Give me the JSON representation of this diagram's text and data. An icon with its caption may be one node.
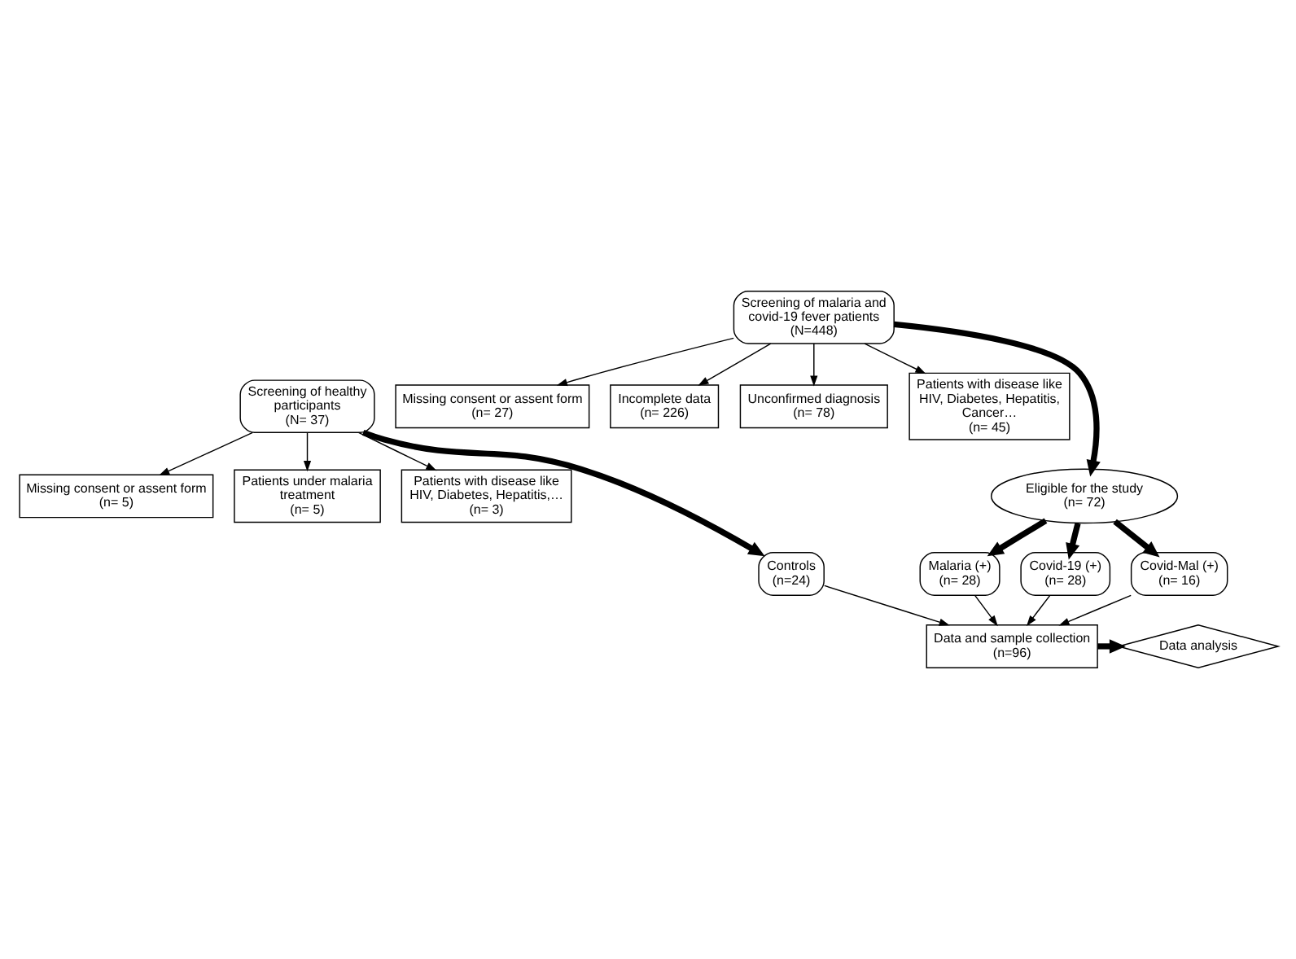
{
  "diagram": {
    "nodes": [
      {
        "text": [
          "Screening of malaria and covid-19 fever patients",
          "(N=448)"
        ]
      },
      {
        "text": [
          "Missing consent or assent form",
          "(n= 27)"
        ]
      },
      {
        "text": [
          "Incomplete data",
          "(n= 226)"
        ]
      },
      {
        "text": [
          "Unconfirmed diagnosis",
          "(n= 78)"
        ]
      },
      {
        "text": [
          "Patients with disease like HIV, Diabetes, Hepatitis, Cancer…",
          "(n= 45)"
        ]
      },
      {
        "text": [
          "Screening of healthy participants",
          "(N= 37)"
        ]
      },
      {
        "text": [
          "Missing consent or assent form",
          "(n= 5)"
        ]
      },
      {
        "text": [
          "Patients under malaria treatment",
          "(n= 5)"
        ]
      },
      {
        "text": [
          "Patients with disease like HIV, Diabetes, Hepatitis,…",
          "(n= 3)"
        ]
      },
      {
        "text": [
          "Eligible for the study",
          "(n= 72)"
        ]
      },
      {
        "text": [
          "Controls",
          "(n=24)"
        ]
      },
      {
        "text": [
          "Malaria (+)",
          "(n= 28)"
        ]
      },
      {
        "text": [
          "Covid-19 (+)",
          "(n= 28)"
        ]
      },
      {
        "text": [
          "Covid-Mal (+)",
          "(n= 16)"
        ]
      },
      {
        "text": [
          "Data and sample collection",
          "(n=96)"
        ]
      },
      {
        "text": [
          "Data analysis"
        ]
      }
    ],
    "edges": [
      {
        "from": 0,
        "to": 1,
        "arrow": "to"
      },
      {
        "from": 0,
        "to": 2,
        "arrow": "to"
      },
      {
        "from": 0,
        "to": 3,
        "arrow": "to"
      },
      {
        "from": 0,
        "to": 4,
        "arrow": "to"
      },
      {
        "from": 0,
        "to": 9,
        "arrow": "to",
        "style": "thick"
      },
      {
        "from": 5,
        "to": 6,
        "arrow": "to"
      },
      {
        "from": 5,
        "to": 7,
        "arrow": "to"
      },
      {
        "from": 5,
        "to": 8,
        "arrow": "to"
      },
      {
        "from": 5,
        "to": 10,
        "arrow": "to",
        "style": "thick"
      },
      {
        "from": 9,
        "to": 11,
        "arrow": "to",
        "style": "thick"
      },
      {
        "from": 9,
        "to": 12,
        "arrow": "to",
        "style": "thick"
      },
      {
        "from": 9,
        "to": 13,
        "arrow": "to",
        "style": "thick"
      },
      {
        "from": 10,
        "to": 14,
        "arrow": "to"
      },
      {
        "from": 11,
        "to": 14,
        "arrow": "to"
      },
      {
        "from": 12,
        "to": 14,
        "arrow": "to"
      },
      {
        "from": 13,
        "to": 14,
        "arrow": "to"
      },
      {
        "from": 14,
        "to": 15,
        "arrow": "to",
        "style": "thick"
      }
    ]
  }
}
